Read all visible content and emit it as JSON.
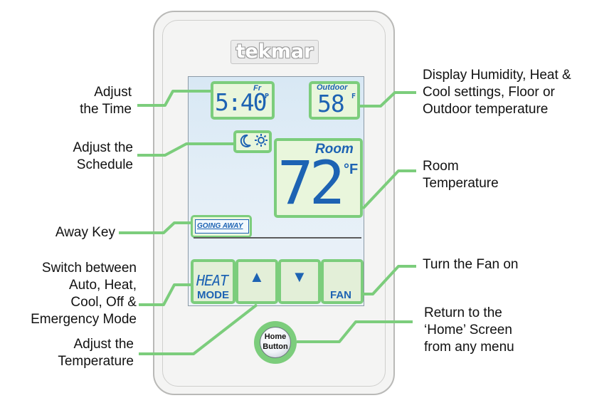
{
  "brand": {
    "logo_text": "tekmar"
  },
  "display": {
    "time": "5:40",
    "time_period": "P",
    "day": "Fr",
    "outdoor_label": "Outdoor",
    "outdoor_temp": "58",
    "outdoor_unit": "F",
    "schedule_icons": [
      "moon-icon",
      "sun-icon"
    ],
    "room_label": "Room",
    "room_temp": "72",
    "room_unit": "°F",
    "away_key": "GOING AWAY"
  },
  "buttons": {
    "mode_display": "HEAT",
    "mode_label": "MODE",
    "up_symbol": "▲",
    "down_symbol": "▼",
    "fan_label": "FAN",
    "home_line1": "Home",
    "home_line2": "Button"
  },
  "callouts": {
    "adjust_time": [
      "Adjust",
      "the Time"
    ],
    "adjust_schedule": [
      "Adjust the",
      "Schedule"
    ],
    "away_key": [
      "Away Key"
    ],
    "switch_mode": [
      "Switch between",
      "Auto, Heat,",
      "Cool, Off &",
      "Emergency Mode"
    ],
    "adjust_temperature": [
      "Adjust the",
      "Temperature"
    ],
    "display_settings": [
      "Display Humidity, Heat &",
      "Cool settings, Floor or",
      "Outdoor temperature"
    ],
    "room_temperature": [
      "Room",
      "Temperature"
    ],
    "fan_on": [
      "Turn the Fan on"
    ],
    "return_home": [
      "Return to the",
      "‘Home’ Screen",
      "from any menu"
    ]
  },
  "colors": {
    "callout_line": "#7ccd7c",
    "lcd_blue": "#1d63b3",
    "screen_bg": "#dce9f4"
  }
}
